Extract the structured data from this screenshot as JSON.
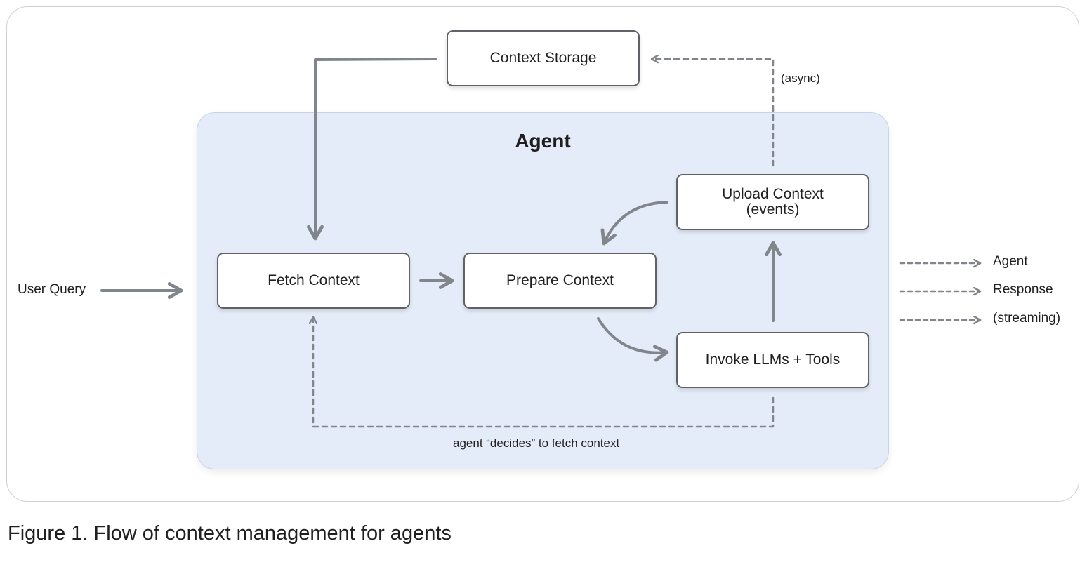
{
  "diagram": {
    "container_title": "Agent",
    "nodes": {
      "context_storage": "Context Storage",
      "fetch_context": "Fetch Context",
      "prepare_context": "Prepare Context",
      "upload_context_line1": "Upload Context",
      "upload_context_line2": "(events)",
      "invoke_llms_tools": "Invoke LLMs + Tools"
    },
    "labels": {
      "user_query": "User Query",
      "async": "(async)",
      "agent_decides": "agent “decides” to fetch context",
      "output_line1": "Agent",
      "output_line2": "Response",
      "output_line3": "(streaming)"
    }
  },
  "caption": "Figure 1. Flow of context management for agents",
  "colors": {
    "container_fill": "#e5ecf9",
    "arrow": "#80868b",
    "node_border": "#5f6368"
  }
}
